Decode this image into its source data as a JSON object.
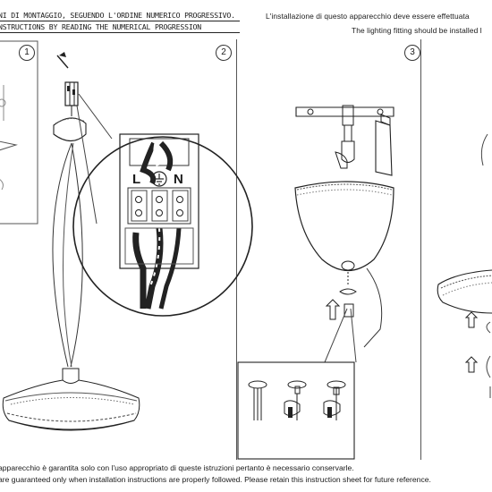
{
  "header": {
    "it_text": "NI DI MONTAGGIO, SEGUENDO L'ORDINE NUMERICO PROGRESSIVO.",
    "en_text": "NSTRUCTIONS BY READING THE NUMERICAL PROGRESSION",
    "right_it": "L'installazione di questo apparecchio deve essere effettuata",
    "right_en": "The lighting fitting should be installed l"
  },
  "steps": [
    "1",
    "2",
    "3"
  ],
  "wiring": {
    "live_label": "L",
    "neutral_label": "N"
  },
  "footer": {
    "it_text": "apparecchio è garantita solo con l'uso appropriato di queste istruzioni pertanto è necessario conservarle.",
    "en_text": "are guaranteed only when installation instructions are properly followed. Please retain this instruction sheet for future reference."
  },
  "icons": [
    "earth-ground-icon",
    "up-arrow-icon",
    "hand-icon",
    "screwdriver-icon"
  ]
}
